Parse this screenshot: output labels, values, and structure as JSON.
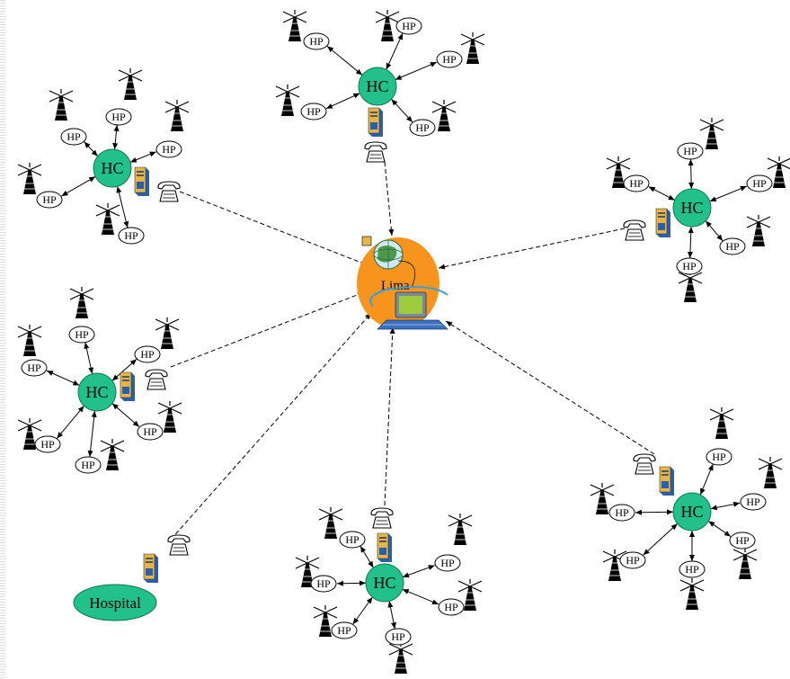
{
  "center": {
    "label": "Lima",
    "fill": "#f7941d"
  },
  "hc_label": "HC",
  "hp_label": "HP",
  "hospital": {
    "label": "Hospital",
    "fill": "#22c08b"
  },
  "colors": {
    "hc_fill": "#22c08b",
    "link": "#000000",
    "tower": "#000000"
  },
  "icons": [
    "globe-icon",
    "computer-icon",
    "server-tower-icon",
    "telephone-icon",
    "radio-tower-icon"
  ],
  "health_centers": [
    {
      "id": "top"
    },
    {
      "id": "top-left"
    },
    {
      "id": "right"
    },
    {
      "id": "middle-left"
    },
    {
      "id": "bottom-right"
    },
    {
      "id": "bottom"
    }
  ]
}
